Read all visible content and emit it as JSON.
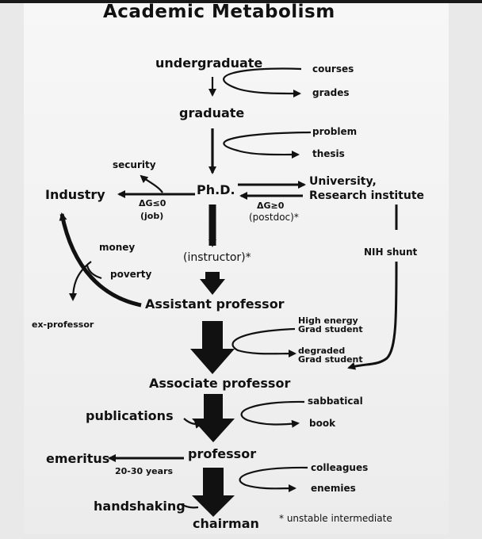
{
  "title": "Academic Metabolism",
  "nodes": {
    "undergraduate": "undergraduate",
    "graduate": "graduate",
    "phd": "Ph.D.",
    "industry": "Industry",
    "university": "University,",
    "research_institute": "Research institute",
    "instructor": "(instructor)*",
    "assistant_professor": "Assistant professor",
    "associate_professor": "Associate professor",
    "professor": "professor",
    "chairman": "chairman",
    "emeritus": "emeritus",
    "ex_professor": "ex-professor"
  },
  "side_labels": {
    "courses": "courses",
    "grades": "grades",
    "problem": "problem",
    "thesis": "thesis",
    "security": "security",
    "dg_job_eq": "ΔG≤0",
    "job": "(job)",
    "dg_postdoc_eq": "ΔG≥0",
    "postdoc": "(postdoc)*",
    "nih_shunt": "NIH shunt",
    "money": "money",
    "poverty": "poverty",
    "high_energy_1": "High energy",
    "high_energy_2": "Grad student",
    "degraded_1": "degraded",
    "degraded_2": "Grad student",
    "sabbatical": "sabbatical",
    "book": "book",
    "publications": "publications",
    "years": "20-30 years",
    "colleagues": "colleagues",
    "enemies": "enemies",
    "handshaking": "handshaking",
    "footnote": "* unstable intermediate"
  },
  "colors": {
    "ink": "#111111",
    "paper": "#f4f4f4",
    "frame": "#e9e9e9"
  }
}
